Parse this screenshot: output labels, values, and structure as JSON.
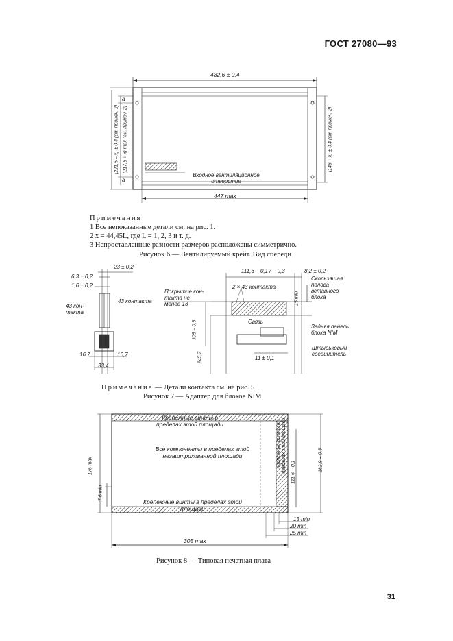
{
  "header": {
    "standard": "ГОСТ 27080—93"
  },
  "fig6": {
    "dims": {
      "width_total": "482,6 ± 0,4",
      "width_inner": "447 max",
      "left_outer": "(221,5 + x) ± 0,4 (см. примеч. 2)",
      "left_inner": "(217,5 + x) max (см. примеч. 2)",
      "right": "(146 + x) ± 0,4 (см. примеч. 2)",
      "a_top": "а",
      "a_bottom": "а"
    },
    "vent_label": "Входное вентиляционное отверстие",
    "notes_title": "Примечания",
    "notes": [
      "1 Все непоказанные детали см. на рис. 1.",
      "2 x = 44,45L, где L = 1, 2, 3 и т. д.",
      "3 Непроставленные разности размеров расположены симметрично."
    ],
    "caption": "Рисунок 6 — Вентилируемый крейт. Вид спереди"
  },
  "fig7": {
    "dims": {
      "d23": "23 ± 0,2",
      "d63": "6,3 ± 0,2",
      "d16": "1,6 ± 0,2",
      "d167a": "16,7",
      "d167b": "16,7",
      "d334": "33,4",
      "d305": "305 − 0,5",
      "d2457": "245,7",
      "d1116": "111,6 − 0,1 / − 0,3",
      "d82": "8,2 ± 0,2",
      "d15": "15 min",
      "d11": "11 ± 0,1"
    },
    "labels": {
      "contacts43_left": "43 кон- такта",
      "contacts43_mid": "43 контакта",
      "contacts2x43": "2 × 43 контакта",
      "coating": "Покрытие кон- такта не менее 13",
      "link": "Связь",
      "rear_panel_top": "Скользящая полоса вставного блока",
      "rear_panel": "Задняя панель блока NIM",
      "connector": "Штырьковый соединитель"
    },
    "note_title": "Примечание",
    "note": "— Детали контакта см. на рис. 5",
    "caption": "Рисунок 7 — Адаптер для блоков NIM"
  },
  "fig8": {
    "texts": {
      "screws_top": "Крепежные винты в пределах этой площади",
      "components": "Все компоненты в пределах этой незаштрихованной площади",
      "screws_bottom": "Крепежные винты в пределах этой площади",
      "side_right": "Крепежные винты в пределах этой площади"
    },
    "dims": {
      "h175": "175 max",
      "h76": "7,6 min",
      "w305": "305 max",
      "h1829": "182,9 − 0,3",
      "h1116": "111,6 − 0,1",
      "d13": "13 min",
      "d20": "20 min",
      "d25": "25 min"
    },
    "caption": "Рисунок 8 — Типовая печатная плата"
  },
  "page_number": "31"
}
